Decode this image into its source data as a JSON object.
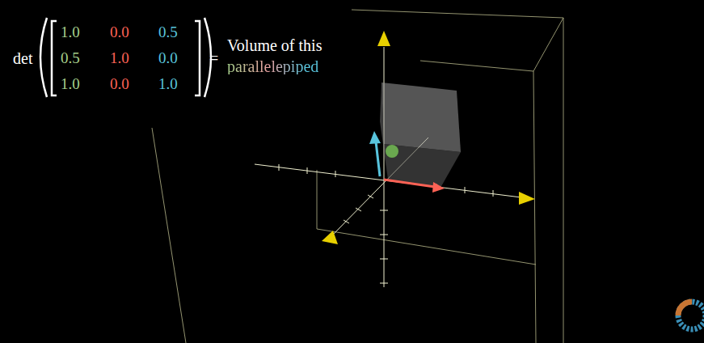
{
  "diagram": {
    "labels": [
      "det",
      "1.0",
      "0.0",
      "0.5",
      "0.5",
      "1.0",
      "0.0",
      "1.0",
      "0.0",
      "1.0",
      "=",
      "Volume of this",
      "parallelepiped"
    ]
  }
}
